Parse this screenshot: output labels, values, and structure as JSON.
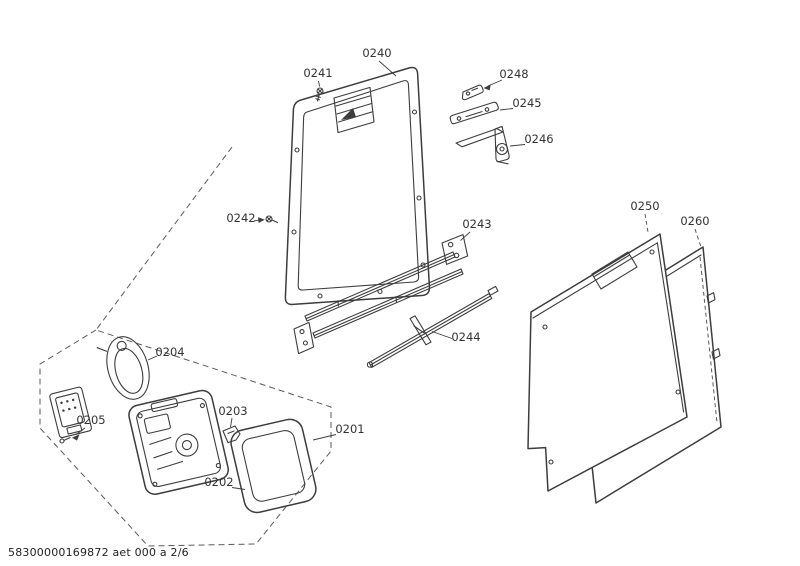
{
  "page": {
    "footer_ref": "58300000169872 aet 000 a 2/6"
  },
  "colors": {
    "line": "#3d3d3d",
    "label": "#333333",
    "dashed": "#5a5a5a",
    "background": "#ffffff"
  },
  "diagram": {
    "labels": {
      "p0201": "0201",
      "p0202": "0202",
      "p0203": "0203",
      "p0204": "0204",
      "p0205": "0205",
      "p0240": "0240",
      "p0241": "0241",
      "p0242": "0242",
      "p0243": "0243",
      "p0244": "0244",
      "p0245": "0245",
      "p0246": "0246",
      "p0248": "0248",
      "p0250": "0250",
      "p0260": "0260"
    }
  }
}
